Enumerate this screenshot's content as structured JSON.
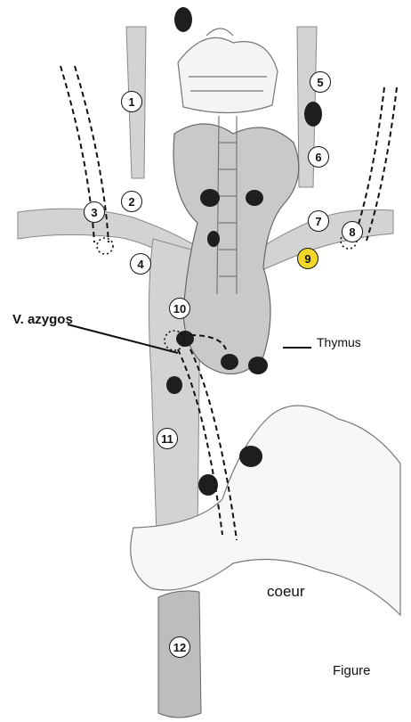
{
  "colors": {
    "vein_fill": "#d3d3d3",
    "gland_fill": "#c9c9c9",
    "node_fill": "#1e1e1e",
    "highlight": "#f2d72a",
    "trachea_fill": "#bdbdbd"
  },
  "labels": {
    "azygos": "V. azygos",
    "thymus": "Thymus",
    "coeur": "coeur",
    "figure": "Figure"
  },
  "markers": [
    {
      "id": "m1",
      "text": "1",
      "highlighted": false
    },
    {
      "id": "m2",
      "text": "2",
      "highlighted": false
    },
    {
      "id": "m3",
      "text": "3",
      "highlighted": false
    },
    {
      "id": "m4",
      "text": "4",
      "highlighted": false
    },
    {
      "id": "m5",
      "text": "5",
      "highlighted": false
    },
    {
      "id": "m6",
      "text": "6",
      "highlighted": false
    },
    {
      "id": "m7",
      "text": "7",
      "highlighted": false
    },
    {
      "id": "m8",
      "text": "8",
      "highlighted": false
    },
    {
      "id": "m9",
      "text": "9",
      "highlighted": true
    },
    {
      "id": "m10",
      "text": "10",
      "highlighted": false
    },
    {
      "id": "m11",
      "text": "11",
      "highlighted": false
    },
    {
      "id": "m12",
      "text": "12",
      "highlighted": false
    }
  ]
}
